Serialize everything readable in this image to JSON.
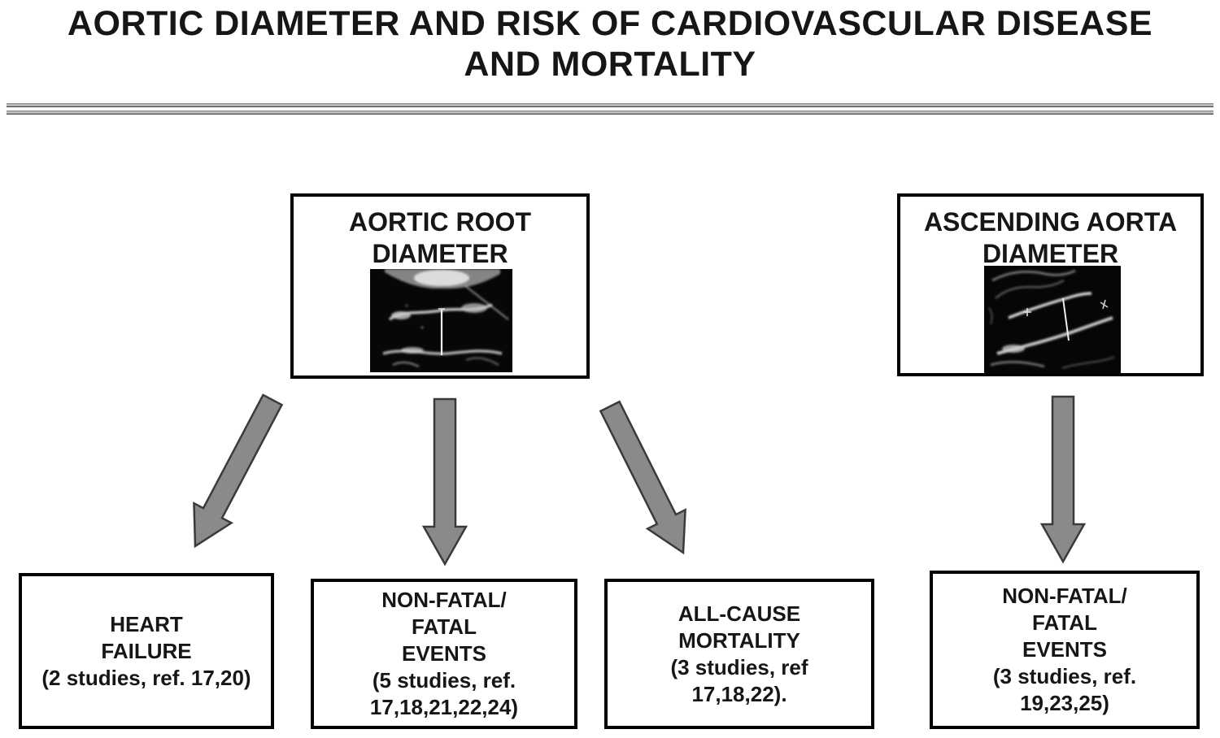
{
  "figure": {
    "title_line1": "AORTIC DIAMETER AND RISK OF CARDIOVASCULAR DISEASE",
    "title_line2": "AND MORTALITY"
  },
  "exposures": {
    "aortic_root": {
      "name_line1": "AORTIC ROOT",
      "name_line2": "DIAMETER",
      "image": "echocardiogram-aortic-root"
    },
    "ascending_aorta": {
      "name_line1": "ASCENDING AORTA",
      "name_line2": "DIAMETER",
      "image": "echocardiogram-ascending-aorta"
    }
  },
  "outcomes": {
    "heart_failure": {
      "lines": [
        "HEART",
        "FAILURE",
        "(2 studies, ref. 17,20)"
      ]
    },
    "nonfatal_fatal_root": {
      "lines": [
        "NON-FATAL/",
        "FATAL",
        "EVENTS",
        "(5 studies, ref.",
        "17,18,21,22,24)"
      ]
    },
    "all_cause_mortality": {
      "lines": [
        "ALL-CAUSE",
        "MORTALITY",
        "(3 studies, ref",
        "17,18,22)."
      ]
    },
    "nonfatal_fatal_ascending": {
      "lines": [
        "NON-FATAL/",
        "FATAL",
        "EVENTS",
        "(3 studies, ref.",
        "19,23,25)"
      ]
    }
  },
  "edges": [
    {
      "from": "aortic-root-diameter",
      "to": "heart-failure"
    },
    {
      "from": "aortic-root-diameter",
      "to": "non-fatal-fatal-events"
    },
    {
      "from": "aortic-root-diameter",
      "to": "all-cause-mortality"
    },
    {
      "from": "ascending-aorta-diameter",
      "to": "non-fatal-fatal-events-ascending"
    }
  ],
  "colors": {
    "arrow_fill": "#8a8a8a",
    "arrow_outline": "#3a3a3a",
    "box_border": "#000000",
    "text": "#161616",
    "background": "#ffffff"
  }
}
